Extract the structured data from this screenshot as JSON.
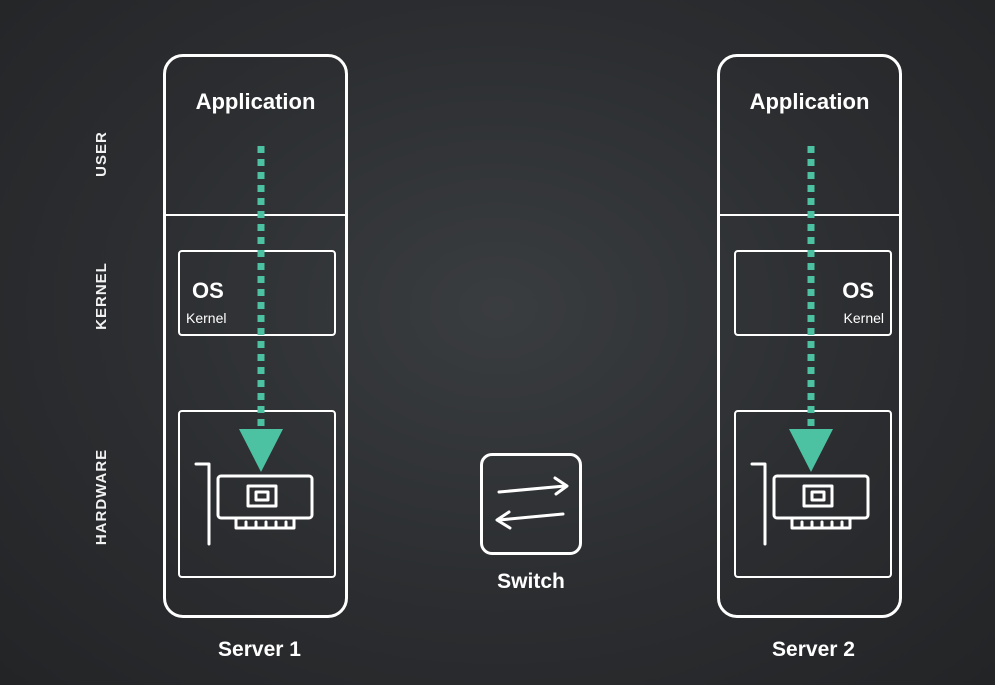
{
  "layers": {
    "user": "USER",
    "kernel": "KERNEL",
    "hardware": "HARDWARE"
  },
  "servers": [
    {
      "name": "Server 1",
      "application": "Application",
      "os_title": "OS",
      "os_subtitle": "Kernel"
    },
    {
      "name": "Server 2",
      "application": "Application",
      "os_title": "OS",
      "os_subtitle": "Kernel"
    }
  ],
  "switch": {
    "label": "Switch",
    "icon": "switch-icon"
  },
  "colors": {
    "background": "#2b2d30",
    "outline": "#ffffff",
    "data_path": "#4cc2a3"
  },
  "icons": [
    "network-card-icon",
    "switch-icon"
  ]
}
